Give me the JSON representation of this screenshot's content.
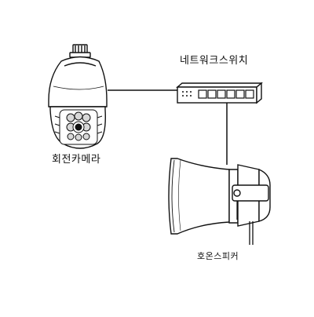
{
  "labels": {
    "network_switch": "네트워크스위치",
    "rotating_camera": "회전카메라",
    "horn_speaker": "호온스피커"
  },
  "colors": {
    "line": "#111111",
    "background": "#ffffff",
    "led": "#d8d8d8"
  },
  "icons": {
    "camera": "ptz-dome-camera-icon",
    "switch": "network-switch-icon",
    "speaker": "horn-speaker-icon"
  }
}
